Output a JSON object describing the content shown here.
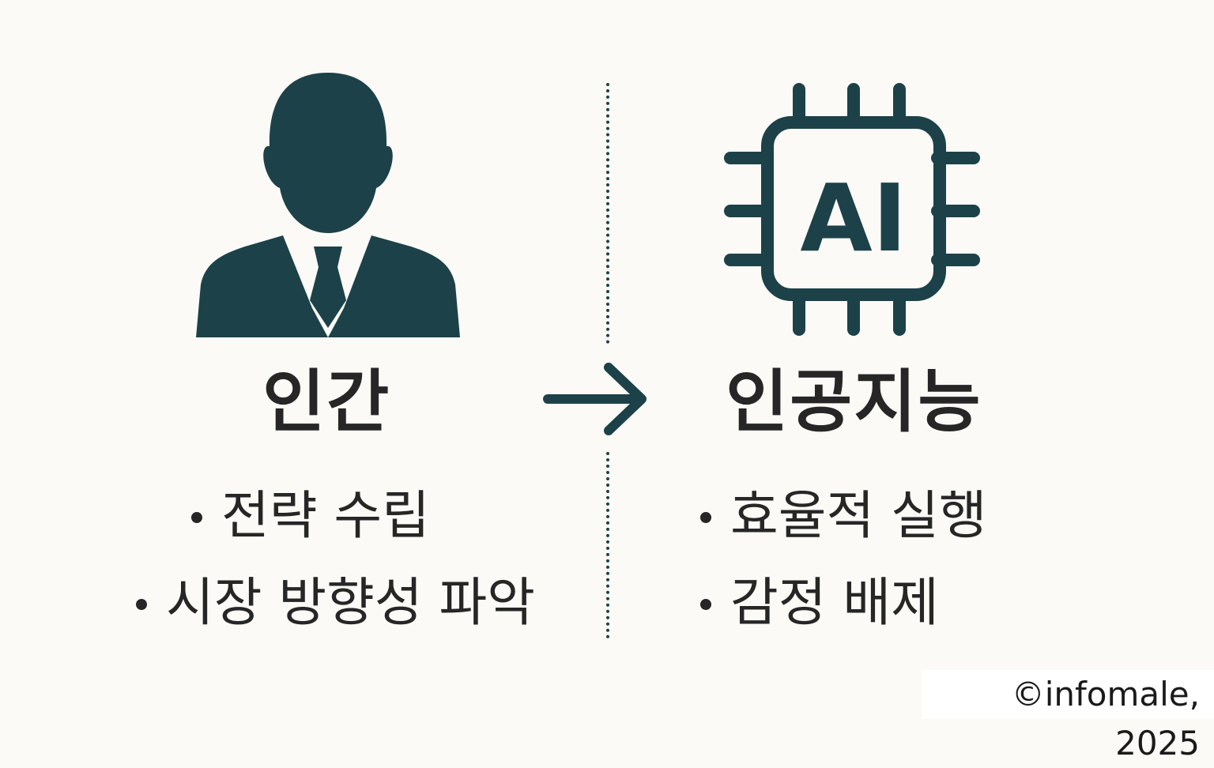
{
  "left": {
    "title": "인간",
    "bullets": [
      "전략 수립",
      "시장 방향성 파악"
    ]
  },
  "right": {
    "chip_label": "AI",
    "title": "인공지능",
    "bullets": [
      "효율적 실행",
      "감정 배제"
    ]
  },
  "copyright": "©infomale, 2025",
  "colors": {
    "icon": "#1c4149",
    "text": "#262626",
    "background": "#fbfaf6"
  },
  "icons": [
    "person-icon",
    "ai-chip-icon",
    "arrow-right-icon"
  ]
}
